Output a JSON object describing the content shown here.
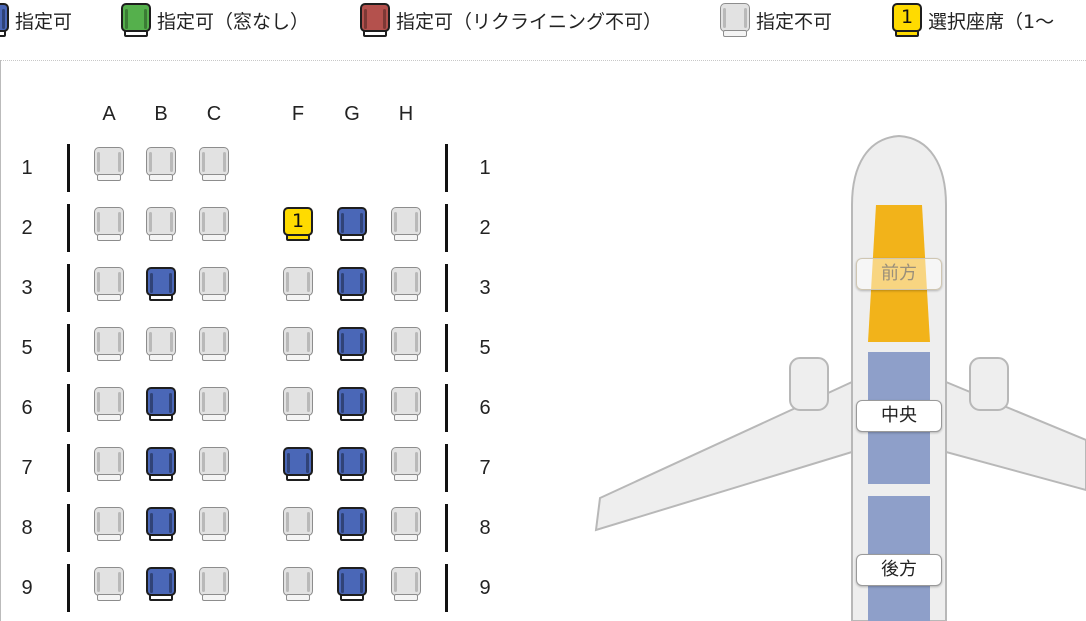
{
  "legend": [
    {
      "label": "指定可",
      "type": "blue"
    },
    {
      "label": "指定可（窓なし）",
      "type": "green"
    },
    {
      "label": "指定可（リクライニング不可）",
      "type": "red"
    },
    {
      "label": "指定不可",
      "type": "gray"
    },
    {
      "label": "選択座席（1〜",
      "type": "selected",
      "number": "1"
    }
  ],
  "seatmap": {
    "columns": {
      "A": "A",
      "B": "B",
      "C": "C",
      "F": "F",
      "G": "G",
      "H": "H"
    },
    "rows": [
      {
        "number": "1",
        "seats": {
          "A": "gray",
          "B": "gray",
          "C": "gray"
        }
      },
      {
        "number": "2",
        "seats": {
          "A": "gray",
          "B": "gray",
          "C": "gray",
          "F": "selected",
          "G": "blue",
          "H": "gray"
        }
      },
      {
        "number": "3",
        "seats": {
          "A": "gray",
          "B": "blue",
          "C": "gray",
          "F": "gray",
          "G": "blue",
          "H": "gray"
        }
      },
      {
        "number": "5",
        "seats": {
          "A": "gray",
          "B": "gray",
          "C": "gray",
          "F": "gray",
          "G": "blue",
          "H": "gray"
        }
      },
      {
        "number": "6",
        "seats": {
          "A": "gray",
          "B": "blue",
          "C": "gray",
          "F": "gray",
          "G": "blue",
          "H": "gray"
        }
      },
      {
        "number": "7",
        "seats": {
          "A": "gray",
          "B": "blue",
          "C": "gray",
          "F": "blue",
          "G": "blue",
          "H": "gray"
        }
      },
      {
        "number": "8",
        "seats": {
          "A": "gray",
          "B": "blue",
          "C": "gray",
          "F": "gray",
          "G": "blue",
          "H": "gray"
        }
      },
      {
        "number": "9",
        "seats": {
          "A": "gray",
          "B": "blue",
          "C": "gray",
          "F": "gray",
          "G": "blue",
          "H": "gray"
        }
      }
    ],
    "selected_seat_number": "1"
  },
  "airplane": {
    "zones": {
      "front": {
        "label": "前方",
        "active": true
      },
      "middle": {
        "label": "中央",
        "active": false
      },
      "rear": {
        "label": "後方",
        "active": false
      }
    }
  },
  "colors": {
    "seat_available": "#4a67b7",
    "seat_no_window": "#55b04c",
    "seat_no_recline": "#b4514d",
    "seat_unavailable": "#e2e2e2",
    "seat_selected": "#ffdb00",
    "zone_front_active": "#f2b31a",
    "zone_inactive": "#8e9fc9",
    "fuselage": "#eeeeee"
  }
}
